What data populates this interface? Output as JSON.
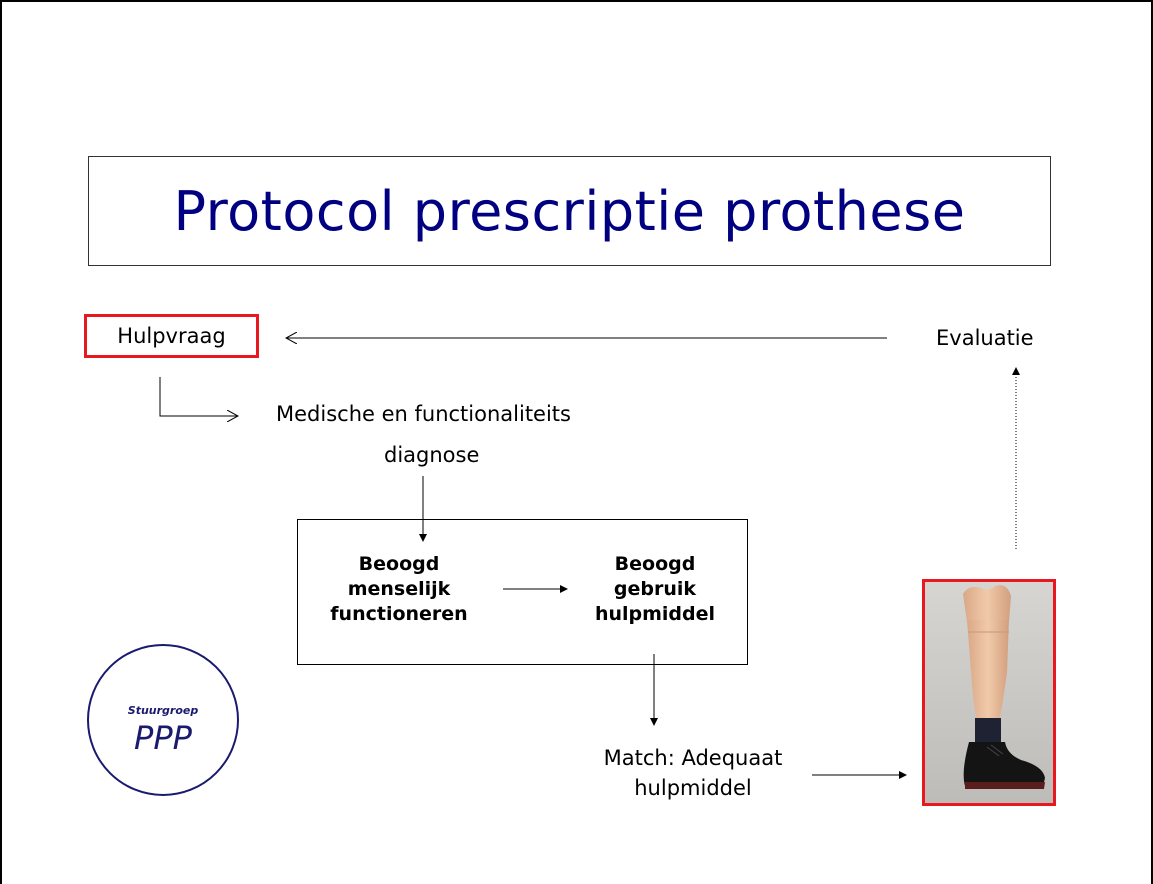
{
  "title": "Protocol prescriptie prothese",
  "nodes": {
    "hulpvraag": "Hulpvraag",
    "evaluatie": "Evaluatie",
    "diagnose_line1": "Medische en functionaliteits",
    "diagnose_line2": "diagnose",
    "menselijk_line1": "Beoogd",
    "menselijk_line2": "menselijk",
    "menselijk_line3": "functioneren",
    "gebruik_line1": "Beoogd",
    "gebruik_line2": "gebruik",
    "gebruik_line3": "hulpmiddel",
    "match_line1": "Match: Adequaat",
    "match_line2": "hulpmiddel"
  },
  "logo": {
    "small": "Stuurgroep",
    "big": "PPP"
  },
  "colors": {
    "title": "#000080",
    "highlight_border": "#e8191e",
    "logo": "#1a1a6e"
  }
}
